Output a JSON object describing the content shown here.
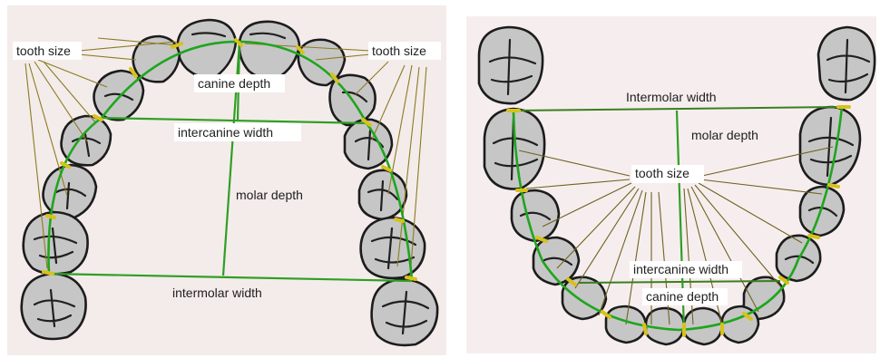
{
  "upper_arch": {
    "labels": {
      "tooth_size_left": "tooth size",
      "tooth_size_right": "tooth size",
      "canine_depth": "canine depth",
      "intercanine_width": "intercanine width",
      "molar_depth": "molar depth",
      "intermolar_width": "intermolar width"
    }
  },
  "lower_arch": {
    "labels": {
      "intermolar_width": "Intermolar width",
      "molar_depth": "molar depth",
      "tooth_size": "tooth size",
      "intercanine_width": "intercanine width",
      "canine_depth": "canine depth"
    }
  },
  "colors": {
    "arch_line": "#1fa51f",
    "measurement_line": "#2f9f24",
    "leader_line": "#8c7a22",
    "contact_marker": "#d8c21a",
    "tooth_fill": "#c6c6c6"
  }
}
